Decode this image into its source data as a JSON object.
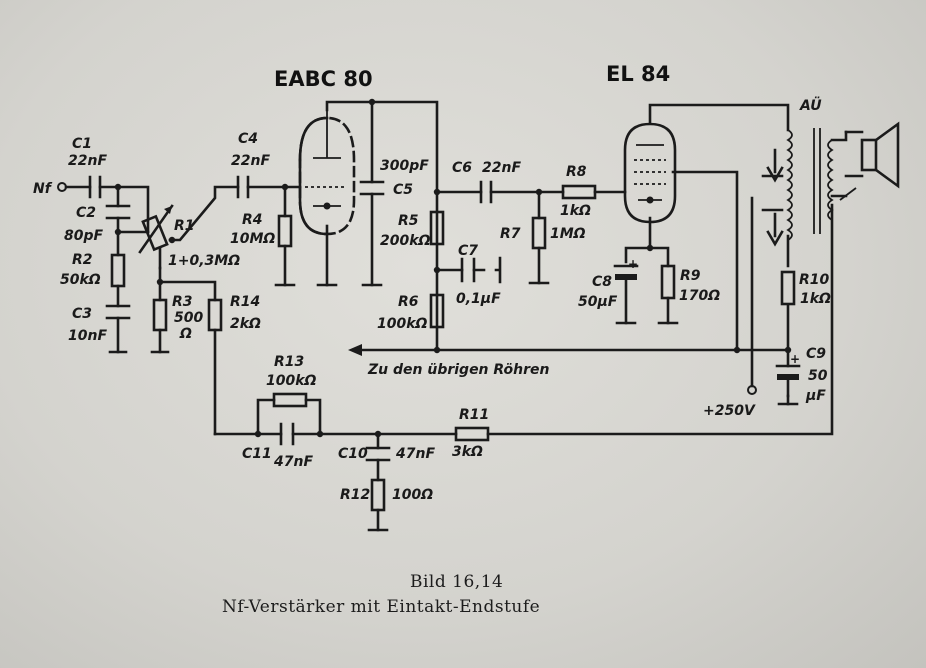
{
  "tubes": {
    "v1": "EABC 80",
    "v2": "EL 84"
  },
  "labels": {
    "nf": "Nf",
    "c1": "C1",
    "c1v": "22nF",
    "c2": "C2",
    "c2v": "80pF",
    "r2": "R2",
    "r2v": "50kΩ",
    "c3": "C3",
    "c3v": "10nF",
    "r1": "R1",
    "r1v": "1+0,3MΩ",
    "r3": "R3",
    "r3v1": "500",
    "r3v2": "Ω",
    "r14": "R14",
    "r14v": "2kΩ",
    "c4": "C4",
    "c4v": "22nF",
    "r4": "R4",
    "r4v": "10MΩ",
    "c5": "C5",
    "c5v": "300pF",
    "r5": "R5",
    "r5v": "200kΩ",
    "c6": "C6",
    "c6v": "22nF",
    "c7": "C7",
    "c7v": "0,1µF",
    "r6": "R6",
    "r6v": "100kΩ",
    "r7": "R7",
    "r7v": "1MΩ",
    "r8": "R8",
    "r8v": "1kΩ",
    "c8": "C8",
    "c8v": "50µF",
    "r9": "R9",
    "r9v": "170Ω",
    "au": "AÜ",
    "r10": "R10",
    "r10v": "1kΩ",
    "c9": "C9",
    "c9v1": "50",
    "c9v2": "µF",
    "rail": "Zu den übrigen Röhren",
    "supply": "+250V",
    "r13": "R13",
    "r13v": "100kΩ",
    "c11": "C11",
    "c11v": "47nF",
    "c10": "C10",
    "c10v": "47nF",
    "r11": "R11",
    "r11v": "3kΩ",
    "r12": "R12",
    "r12v": "100Ω"
  },
  "caption": {
    "line1": "Bild 16,14",
    "line2": "Nf-Verstärker mit Eintakt-Endstufe"
  }
}
